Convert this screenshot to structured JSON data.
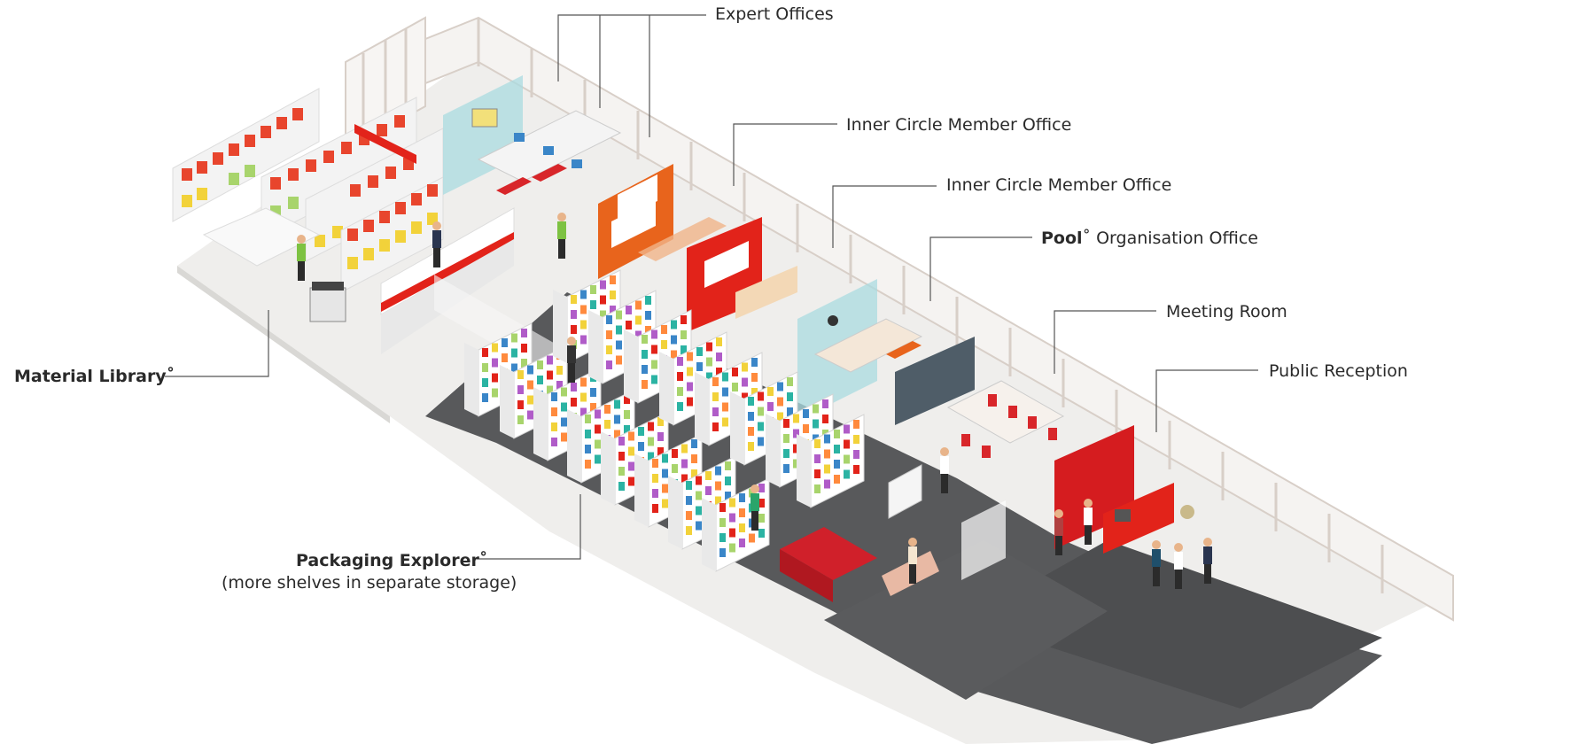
{
  "labels": {
    "expert_offices": "Expert Offices",
    "inner_circle_1": "Inner Circle Member Office",
    "inner_circle_2": "Inner Circle Member Office",
    "pool_bold": "Pool",
    "pool_rest": "˚ Organisation Office",
    "meeting_room": "Meeting Room",
    "public_reception": "Public Reception",
    "material_library": "Material Library˚",
    "packaging_explorer": "Packaging Explorer˚",
    "packaging_explorer_sub": "(more shelves in separate storage)"
  },
  "colors": {
    "accent_red": "#e2231a",
    "orange": "#e8641c",
    "glass_blue": "#a9dbe0",
    "floor_dark": "#555759",
    "floor_light": "#ededeb",
    "leader_line": "#555555"
  }
}
